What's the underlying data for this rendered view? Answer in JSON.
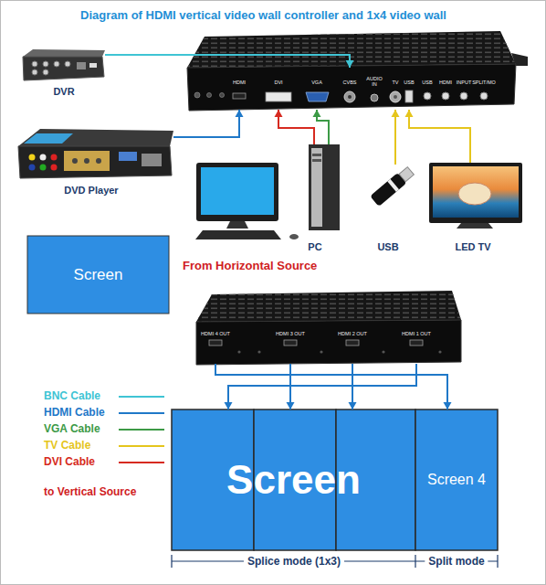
{
  "diagram": {
    "title": "Diagram of HDMI vertical video wall controller and 1x4 video wall",
    "nodes": [
      {
        "text": [
          "DVR"
        ]
      },
      {
        "text": [
          "HDMI",
          "DVI",
          "VGA",
          "CVBS",
          "AUDIO IN",
          "TV",
          "USB",
          "USB",
          "HDMI",
          "INPUT",
          "SPLIT/MO"
        ]
      },
      {
        "text": [
          "DVD Player"
        ]
      },
      {
        "text": [
          "PC"
        ]
      },
      {
        "text": [
          "USB"
        ]
      },
      {
        "text": [
          "LED TV"
        ]
      },
      {
        "text": [
          "Screen"
        ]
      },
      {
        "text": [
          "HDMI 4 OUT",
          "HDMI 3 OUT",
          "HDMI 2 OUT",
          "HDMI 1 OUT"
        ]
      },
      {
        "text": [
          "Screen"
        ]
      },
      {
        "text": [
          "Screen 4"
        ]
      }
    ],
    "edges": [
      {
        "from": 0,
        "to": 1,
        "arrow": "to"
      },
      {
        "from": 2,
        "to": 1,
        "arrow": "to"
      },
      {
        "from": 3,
        "to": 1,
        "arrow": "to"
      },
      {
        "from": 3,
        "to": 1,
        "arrow": "to"
      },
      {
        "from": 4,
        "to": 1,
        "arrow": "to"
      },
      {
        "from": 5,
        "to": 1,
        "arrow": "to"
      },
      {
        "from": 7,
        "to": 9,
        "arrow": "to"
      },
      {
        "from": 7,
        "to": 8,
        "arrow": "to"
      },
      {
        "from": 7,
        "to": 8,
        "arrow": "to"
      },
      {
        "from": 7,
        "to": 8,
        "arrow": "to"
      }
    ],
    "labels": [
      "From Horizontal Source",
      "to Vertical Source",
      "Splice mode (1x3)",
      "Split mode"
    ],
    "legend": [
      {
        "text": "BNC Cable"
      },
      {
        "text": "HDMI Cable"
      },
      {
        "text": "VGA Cable"
      },
      {
        "text": "TV Cable"
      },
      {
        "text": "DVI Cable"
      }
    ]
  }
}
